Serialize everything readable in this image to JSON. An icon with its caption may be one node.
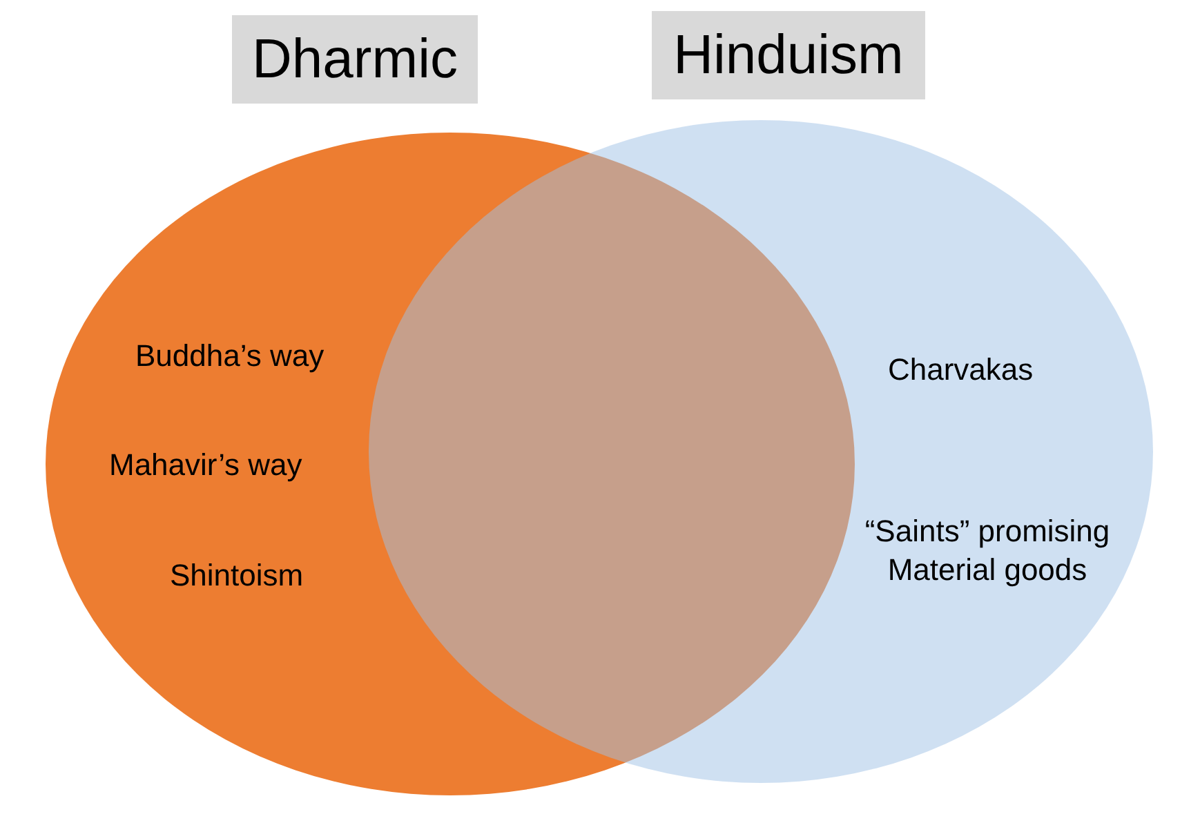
{
  "diagram": {
    "nodes": [
      {
        "text": [
          "Dharmic"
        ]
      },
      {
        "text": [
          "Hinduism"
        ]
      },
      {
        "text": [
          "Buddha’s way",
          "Mahavir’s way",
          "Shintoism"
        ]
      },
      {
        "text": [
          "Charvakas",
          "“Saints” promising Material goods"
        ]
      }
    ]
  }
}
